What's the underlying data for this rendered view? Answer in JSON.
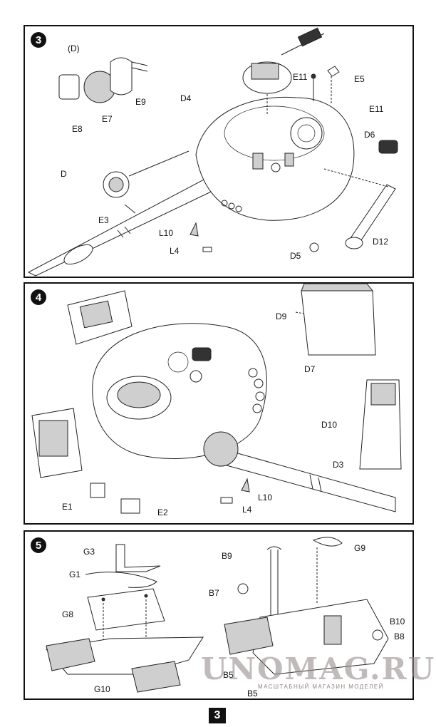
{
  "steps": [
    {
      "number": "3",
      "labels": {
        "d_group": "(D)",
        "e9": "E9",
        "e7": "E7",
        "e8": "E8",
        "d4": "D4",
        "e11_top": "E11",
        "e5": "E5",
        "e11_mid": "E11",
        "d6": "D6",
        "d": "D",
        "e3": "E3",
        "l10": "L10",
        "l4": "L4",
        "d5": "D5",
        "d12": "D12"
      }
    },
    {
      "number": "4",
      "labels": {
        "d9": "D9",
        "d7": "D7",
        "d10": "D10",
        "d3": "D3",
        "e1": "E1",
        "e2": "E2",
        "l10": "L10",
        "l4": "L4"
      }
    },
    {
      "number": "5",
      "labels": {
        "g3": "G3",
        "g1": "G1",
        "g8": "G8",
        "g10": "G10",
        "b9": "B9",
        "g9": "G9",
        "b7": "B7",
        "b10": "B10",
        "b8": "B8",
        "b5_a": "B5",
        "b5_b": "B5"
      }
    }
  ],
  "watermark": {
    "main": "UNOMAG.RU",
    "sub": "МАСШТАБНЫЙ МАГАЗИН МОДЕЛЕЙ"
  },
  "page_number": "3",
  "icons": [
    "turret-drawing",
    "gun-barrel-drawing",
    "stowage-box-drawing",
    "mudguard-drawing",
    "searchlight-drawing"
  ]
}
